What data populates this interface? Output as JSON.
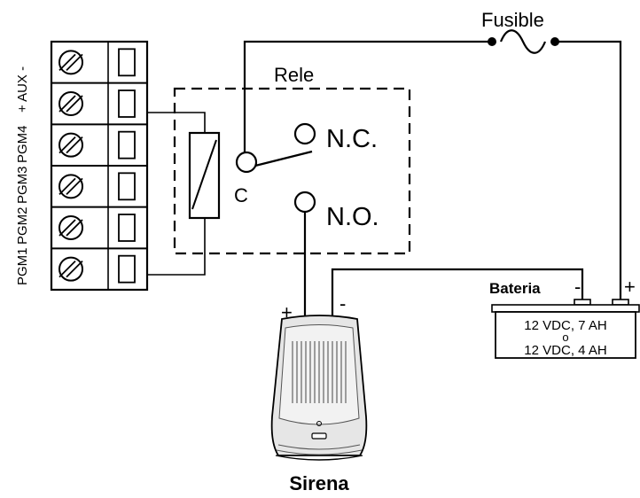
{
  "terminal_labels": [
    "PGM1",
    "PGM2",
    "PGM3",
    "PGM4",
    "+ AUX -"
  ],
  "relay": {
    "title": "Rele",
    "nc_label": "N.C.",
    "no_label": "N.O.",
    "common_label": "C"
  },
  "fuse": {
    "label": "Fusible"
  },
  "battery": {
    "label": "Bateria",
    "minus": "-",
    "plus": "+",
    "spec_line1": "12 VDC, 7 AH",
    "spec_line2": "o",
    "spec_line3": "12 VDC, 4 AH"
  },
  "siren": {
    "label": "Sirena",
    "plus": "+",
    "minus": "-"
  },
  "colors": {
    "line": "#000000",
    "background": "#ffffff",
    "siren_body": "#e6e6e6"
  }
}
